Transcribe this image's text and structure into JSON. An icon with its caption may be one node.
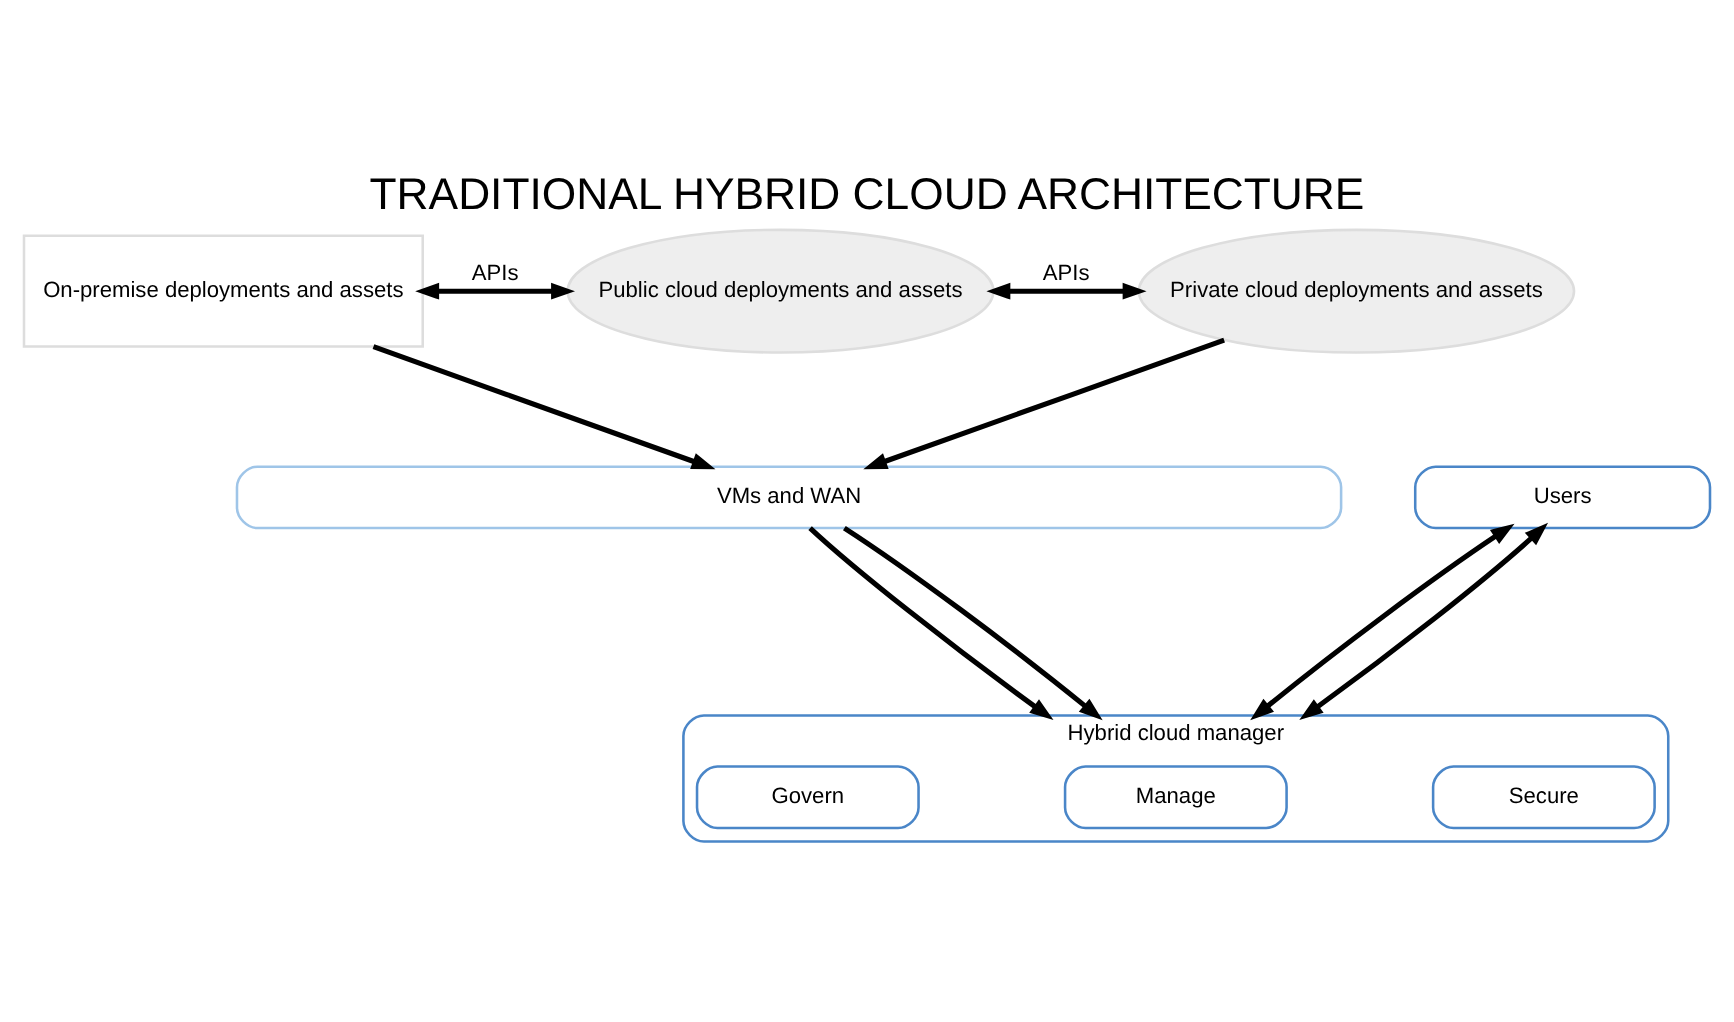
{
  "diagram": {
    "title": "TRADITIONAL HYBRID CLOUD ARCHITECTURE",
    "nodes": [
      {
        "text": [
          "On-premise deployments and assets"
        ]
      },
      {
        "text": [
          "Public cloud deployments and assets"
        ]
      },
      {
        "text": [
          "Private cloud deployments and assets"
        ]
      },
      {
        "text": [
          "VMs and WAN"
        ]
      },
      {
        "text": [
          "Hybrid cloud manager"
        ]
      },
      {
        "text": [
          "Govern"
        ],
        "in": 4
      },
      {
        "text": [
          "Manage"
        ],
        "in": 4
      },
      {
        "text": [
          "Secure"
        ],
        "in": 4
      },
      {
        "text": [
          "Users"
        ]
      }
    ],
    "edges": [
      {
        "from": 0,
        "to": 1,
        "arrow": "both",
        "label": "APIs"
      },
      {
        "from": 1,
        "to": 2,
        "arrow": "both",
        "label": "APIs"
      },
      {
        "from": 0,
        "to": 3,
        "arrow": "to"
      },
      {
        "from": 2,
        "to": 3,
        "arrow": "to"
      },
      {
        "from": 3,
        "to": 4,
        "arrow": "to"
      },
      {
        "from": 3,
        "to": 4,
        "arrow": "to"
      },
      {
        "from": 4,
        "to": 8,
        "arrow": "both"
      },
      {
        "from": 4,
        "to": 8,
        "arrow": "both"
      }
    ]
  }
}
